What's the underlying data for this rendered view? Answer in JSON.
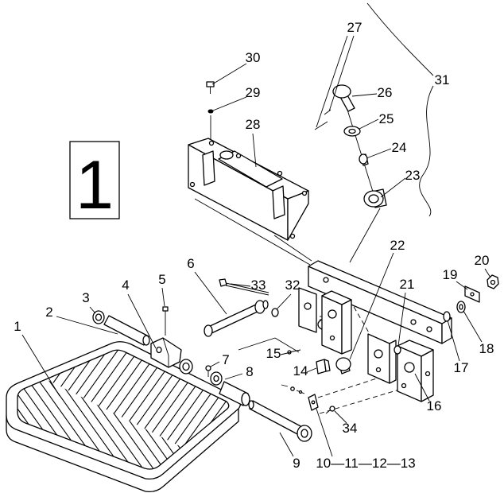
{
  "panel_number": "1",
  "callouts": {
    "c1": "1",
    "c2": "2",
    "c3": "3",
    "c4": "4",
    "c5": "5",
    "c6": "6",
    "c7": "7",
    "c8": "8",
    "c9": "9",
    "c10_13": "10—11—12—13",
    "c14": "14",
    "c15": "15",
    "c16": "16",
    "c17": "17",
    "c18": "18",
    "c19": "19",
    "c20": "20",
    "c21": "21",
    "c22": "22",
    "c23": "23",
    "c24": "24",
    "c25": "25",
    "c26": "26",
    "c27": "27",
    "c28": "28",
    "c29": "29",
    "c30": "30",
    "c31": "31",
    "c32": "32",
    "c33": "33",
    "c34": "34"
  }
}
